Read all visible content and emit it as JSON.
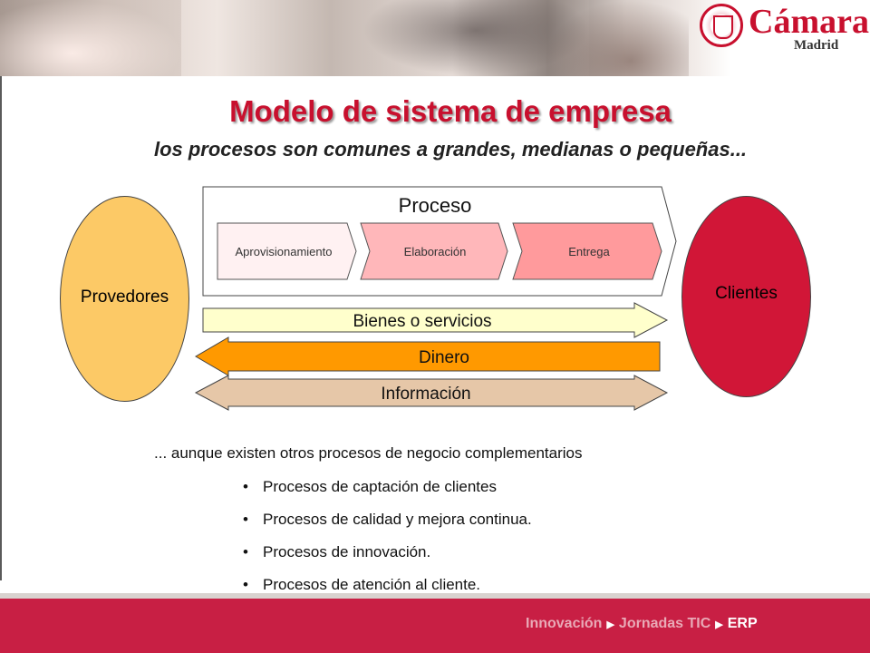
{
  "logo": {
    "name": "Cámara",
    "subname": "Madrid"
  },
  "title": "Modelo de sistema de empresa",
  "subtitle": "los procesos son comunes a grandes, medianas o pequeñas...",
  "diagram": {
    "left_entity": "Provedores",
    "right_entity": "Clientes",
    "process_label": "Proceso",
    "steps": [
      {
        "label": "Aprovisionamiento",
        "color": "#fff1f2"
      },
      {
        "label": "Elaboración",
        "color": "#ffb7ba"
      },
      {
        "label": "Entrega",
        "color": "#ff9a9c"
      }
    ],
    "flows": [
      {
        "label": "Bienes o servicios",
        "direction": "right",
        "color": "#ffffcc"
      },
      {
        "label": "Dinero",
        "direction": "left",
        "color": "#ff9900"
      },
      {
        "label": "Información",
        "direction": "both",
        "color": "#e6c7a8"
      }
    ]
  },
  "complementary_heading": "... aunque existen otros procesos de negocio complementarios",
  "bullets": [
    "Procesos de captación de clientes",
    "Procesos de calidad y mejora continua.",
    "Procesos de innovación.",
    "Procesos de atención al cliente."
  ],
  "footer": {
    "breadcrumb": [
      "Innovación",
      "Jornadas TIC",
      "ERP"
    ]
  },
  "colors": {
    "brand_red": "#c8102e",
    "footer": "#c81f44",
    "provedores": "#fcc966",
    "clientes": "#d11637"
  }
}
